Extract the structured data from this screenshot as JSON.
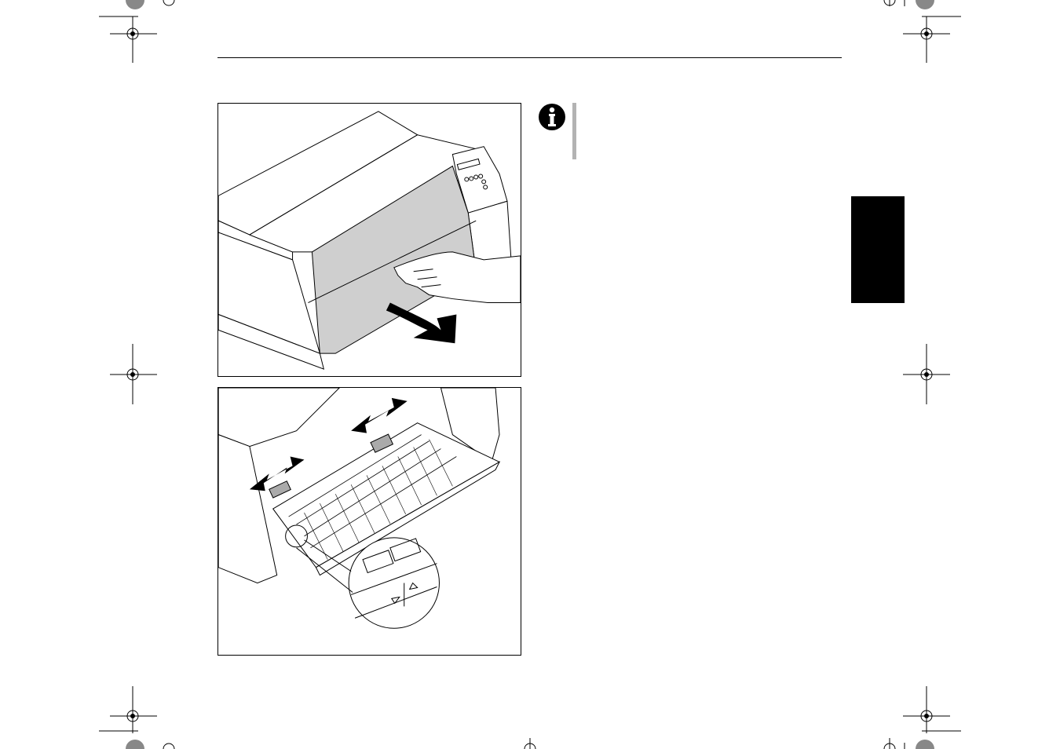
{
  "page": {
    "header_rule": true,
    "notes": [],
    "side_tab_text": ""
  },
  "figures": [
    {
      "id": "fig-front-cover",
      "icon": "printer-open-front-cover"
    },
    {
      "id": "fig-paper-guides",
      "icon": "printer-adjust-paper-guides"
    }
  ],
  "info_icon": "info-icon",
  "colors": {
    "side_tab": "#000000",
    "info_bar": "#b3b3b3",
    "paper_gray": "#cfcfcf"
  }
}
